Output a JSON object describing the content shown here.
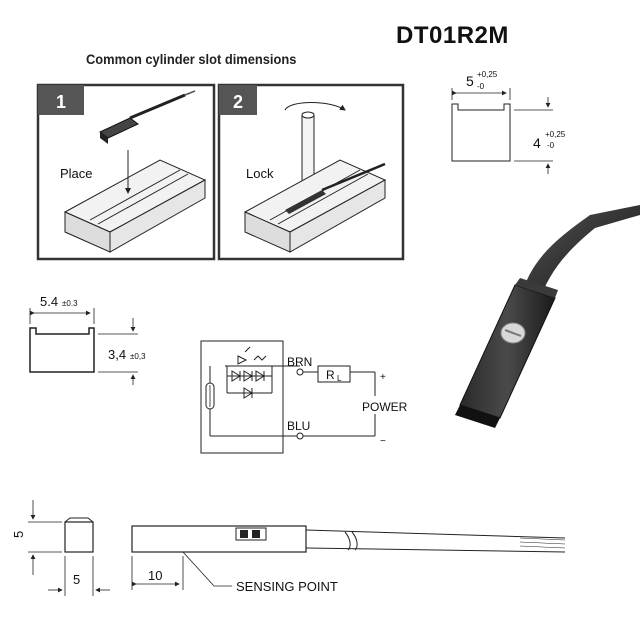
{
  "model": "DT01R2M",
  "heading": "Common cylinder slot dimensions",
  "steps": [
    {
      "number": "1",
      "label": "Place"
    },
    {
      "number": "2",
      "label": "Lock"
    }
  ],
  "slot_top": {
    "width": "5",
    "width_tol_upper": "+0,25",
    "width_tol_lower": "-0",
    "depth": "4",
    "depth_tol_upper": "+0,25",
    "depth_tol_lower": "-0"
  },
  "slot_left": {
    "width": "5.4",
    "width_tol": "±0.3",
    "depth": "3,4",
    "depth_tol": "±0,3"
  },
  "circuit": {
    "brn": "BRN",
    "blu": "BLU",
    "load": "R",
    "load_sub": "L",
    "power": "POWER",
    "plus": "+",
    "minus": "−"
  },
  "bottom": {
    "height": "5",
    "width": "5",
    "sensing_offset": "10",
    "sensing_label": "SENSING POINT"
  }
}
